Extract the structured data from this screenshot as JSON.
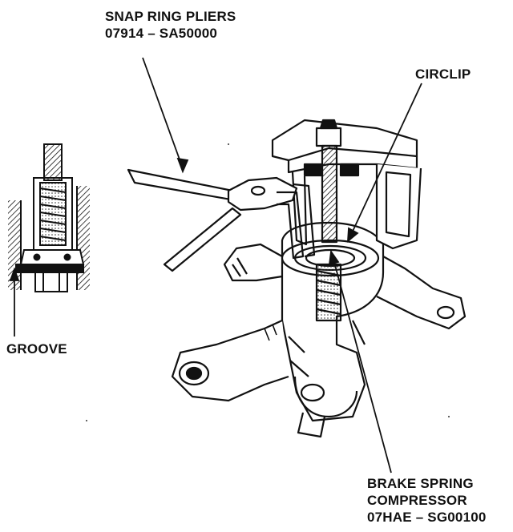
{
  "labels": {
    "snap_ring_pliers": {
      "name": "SNAP RING PLIERS",
      "part": "07914 – SA50000"
    },
    "circlip": "CIRCLIP",
    "groove": "GROOVE",
    "brake_spring_compressor": {
      "line1": "BRAKE SPRING",
      "line2": "COMPRESSOR",
      "part": "07HAE – SG00100"
    }
  },
  "colors": {
    "ink": "#111111",
    "paper": "#ffffff",
    "shade": "#555555"
  }
}
